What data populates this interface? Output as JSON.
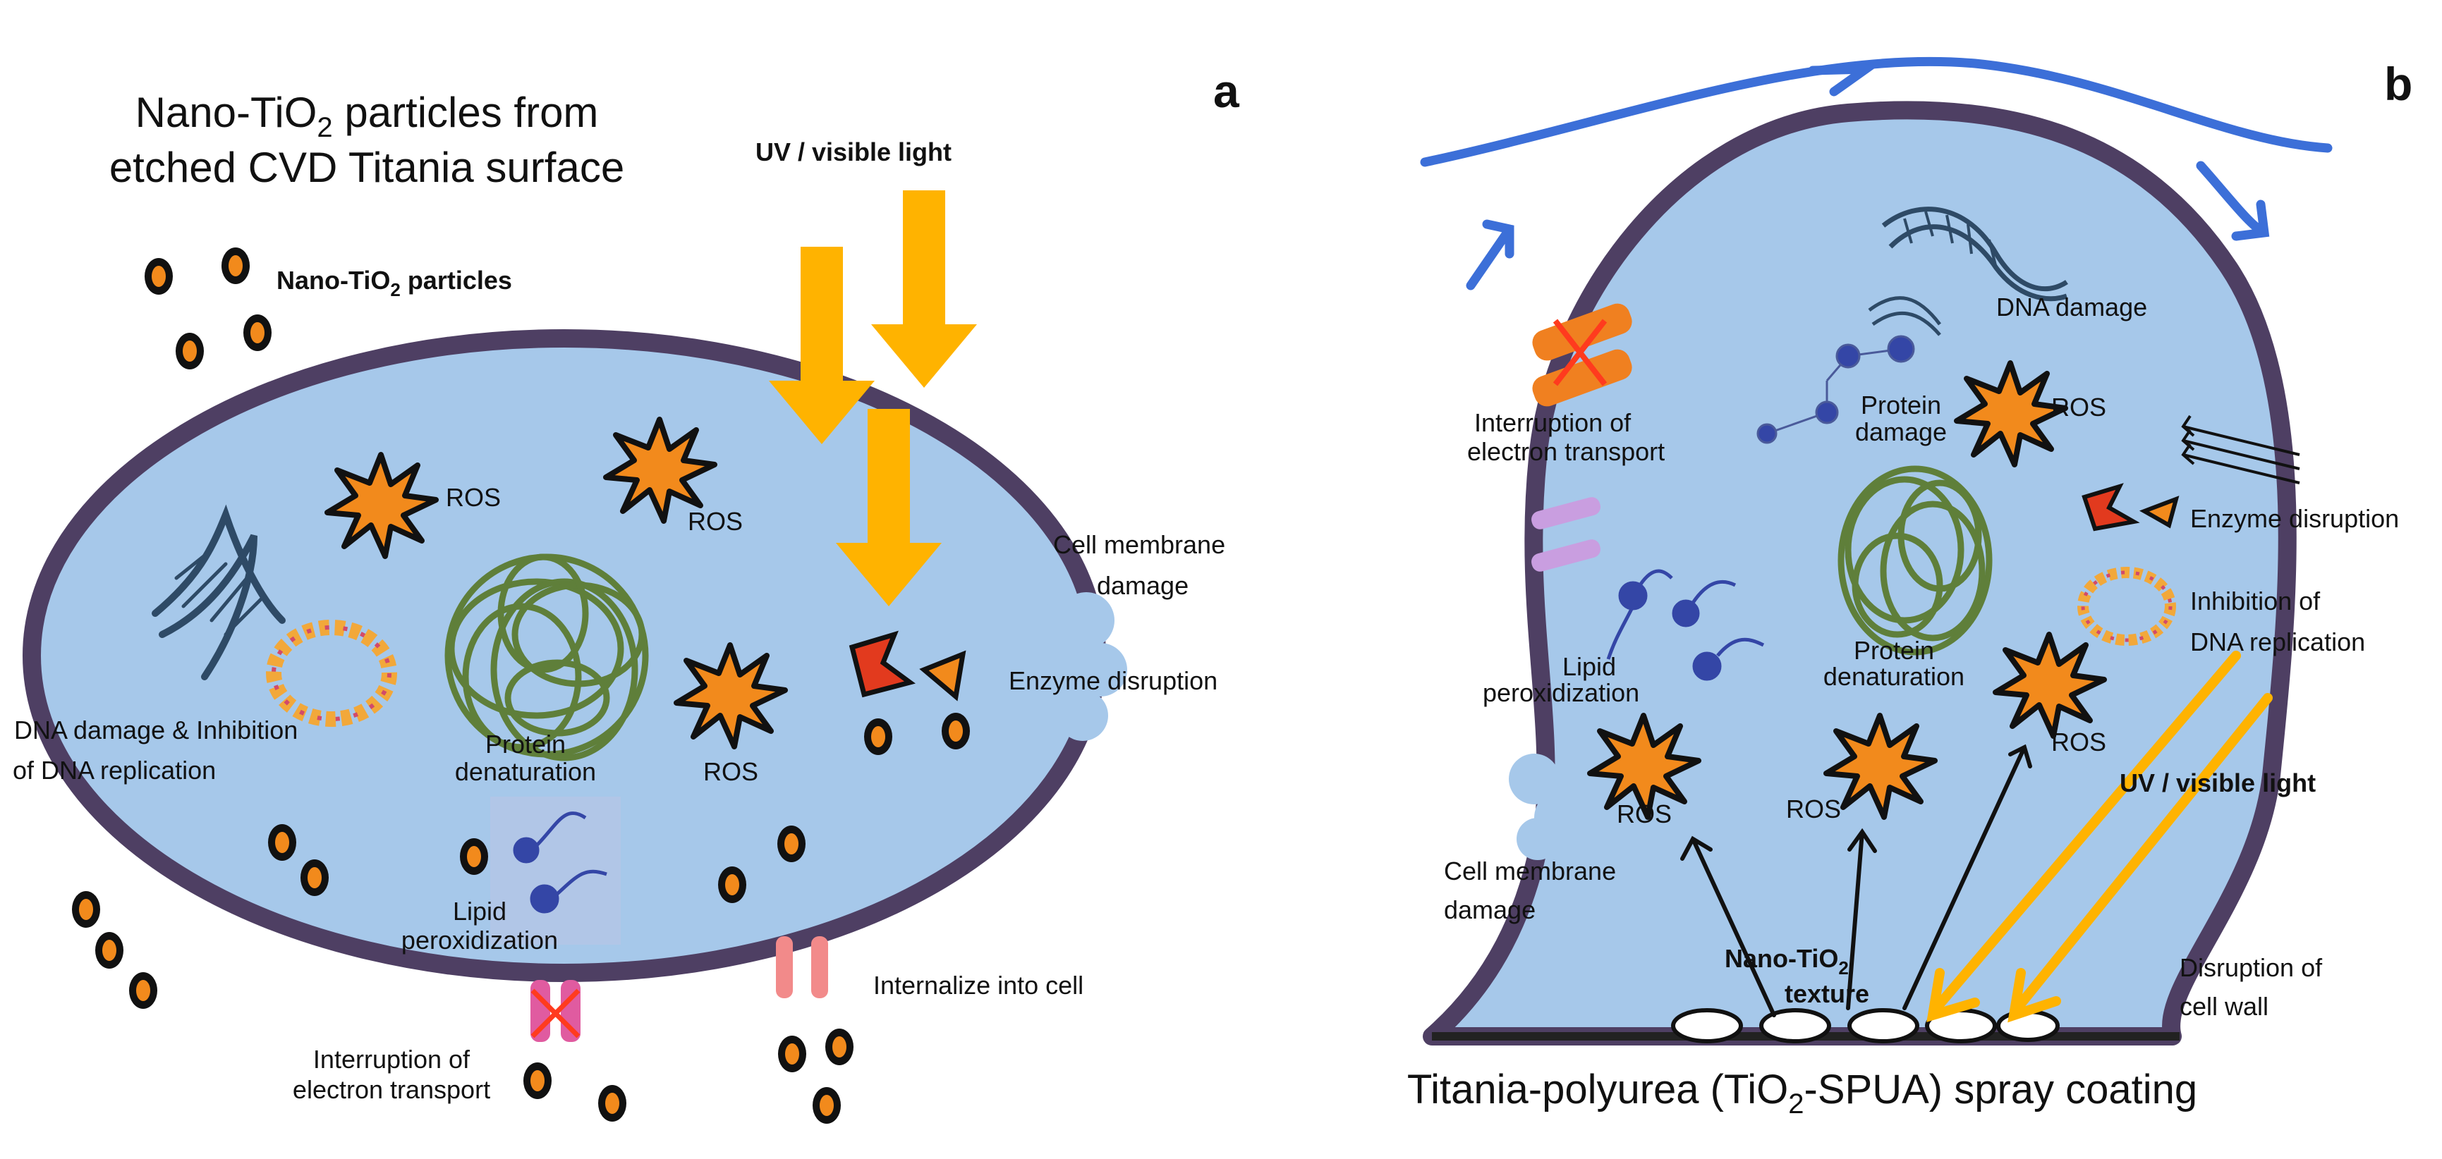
{
  "panel_a": {
    "letter": "a",
    "title_line1": "Nano-TiO",
    "title_line1_sub": "2",
    "title_line1_rest": " particles from",
    "title_line2": "etched CVD Titania surface",
    "particles_label": "Nano-TiO",
    "particles_label_sub": "2",
    "particles_label_rest": " particles",
    "light_label": "UV / visible light",
    "ros_1": "ROS",
    "ros_2": "ROS",
    "ros_3": "ROS",
    "membrane_1": "Cell membrane",
    "membrane_2": "damage",
    "enzyme": "Enzyme disruption",
    "dna_1": "DNA damage & Inhibition",
    "dna_2": "of DNA replication",
    "protein_1": "Protein",
    "protein_2": "denaturation",
    "lipid_1": "Lipid",
    "lipid_2": "peroxidization",
    "electron_1": "Interruption of",
    "electron_2": "electron transport",
    "internalize": "Internalize into cell"
  },
  "panel_b": {
    "letter": "b",
    "dna": "DNA damage",
    "protein_damage_1": "Protein",
    "protein_damage_2": "damage",
    "ros_1": "ROS",
    "ros_2": "ROS",
    "ros_3": "ROS",
    "ros_4": "ROS",
    "electron_1": "Interruption of",
    "electron_2": "electron transport",
    "enzyme": "Enzyme disruption",
    "inhibition_1": "Inhibition of",
    "inhibition_2": "DNA replication",
    "lipid_1": "Lipid",
    "lipid_2": "peroxidization",
    "protein_1": "Protein",
    "protein_2": "denaturation",
    "light_label": "UV / visible light",
    "membrane_1": "Cell membrane",
    "membrane_2": "damage",
    "texture_1": "Nano-TiO",
    "texture_1_sub": "2",
    "texture_2": "texture",
    "cellwall_1": "Disruption of",
    "cellwall_2": "cell wall",
    "caption": "Titania-polyurea (TiO",
    "caption_sub": "2",
    "caption_rest": "-SPUA) spray coating"
  },
  "colors": {
    "cell_fill": "#a6c8ea",
    "cell_wall": "#4e3f63",
    "particle": "#f28a1c",
    "ros": "#f28a1c",
    "light": "#ffb300",
    "flow": "#3c6fd8",
    "chromatin": "#5f7f3a"
  }
}
